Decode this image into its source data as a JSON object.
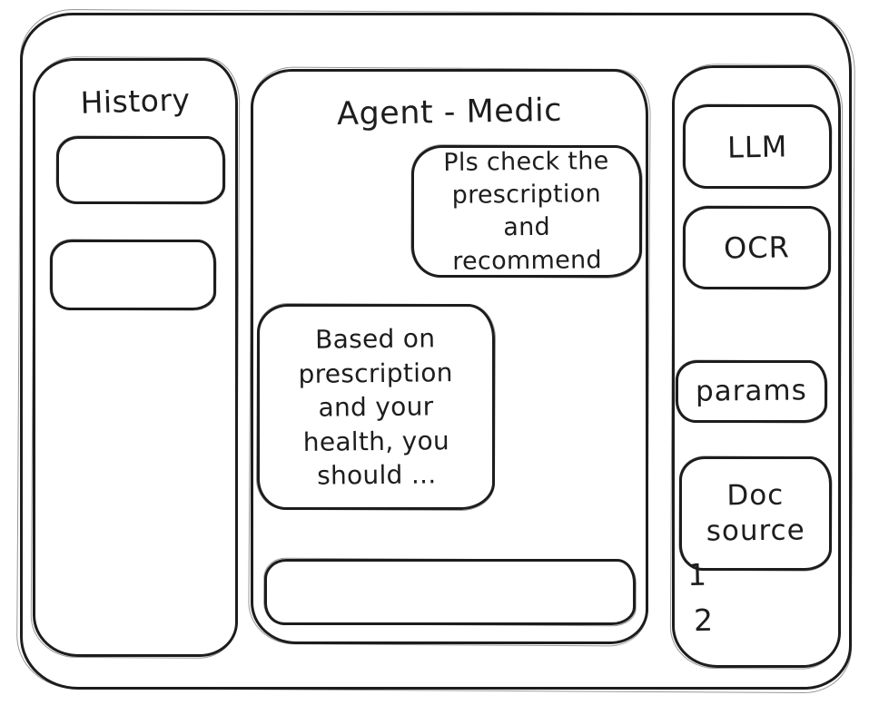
{
  "canvas": {
    "background": "#ffffff",
    "ink": "#1d1d1d",
    "style": "hand-drawn-wireframe"
  },
  "history_panel": {
    "title": "History",
    "items": [
      {
        "label": ""
      },
      {
        "label": ""
      }
    ]
  },
  "chat_panel": {
    "title": "Agent - Medic",
    "user_message": "Pls check the prescription and recommend",
    "agent_message": "Based on prescription and your health, you should ...",
    "input_value": ""
  },
  "tools_panel": {
    "llm_label": "LLM",
    "ocr_label": "OCR",
    "params_label": "params",
    "doc_source_label": "Doc source",
    "doc_source_items": [
      "1",
      "2"
    ]
  }
}
